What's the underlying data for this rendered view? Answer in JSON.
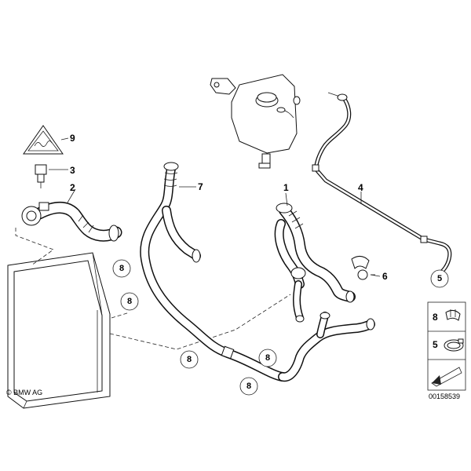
{
  "callouts": {
    "c1": "1",
    "c2": "2",
    "c3": "3",
    "c4": "4",
    "c5": "5",
    "c6": "6",
    "c7": "7",
    "c8a": "8",
    "c8b": "8",
    "c8c": "8",
    "c8d": "8",
    "c8e": "8",
    "c9": "9"
  },
  "legend": {
    "item8": "8",
    "item5": "5"
  },
  "footer": {
    "copyright": "© BMW AG",
    "diagram_id": "00158539"
  }
}
